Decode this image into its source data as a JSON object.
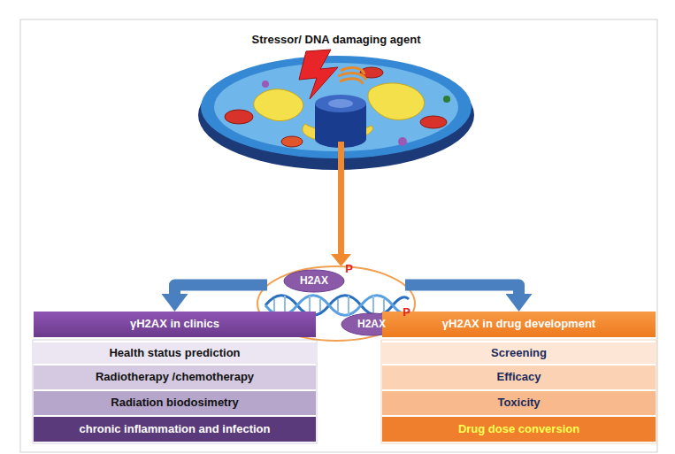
{
  "diagram": {
    "title": "Stressor/ DNA damaging agent",
    "nodes": [
      {
        "text": []
      },
      {
        "text": [
          "H2AX",
          "P"
        ],
        "in": 0
      },
      {
        "text": [
          "H2AX",
          "P"
        ],
        "in": 0
      },
      {
        "text": [
          "γH2AX in clinics"
        ]
      },
      {
        "text": [
          "Health status prediction"
        ]
      },
      {
        "text": [
          "Radiotherapy /chemotherapy"
        ]
      },
      {
        "text": [
          "Radiation biodosimetry"
        ]
      },
      {
        "text": [
          "chronic inflammation and infection"
        ]
      },
      {
        "text": [
          "γH2AX in drug development"
        ]
      },
      {
        "text": [
          "Screening"
        ]
      },
      {
        "text": [
          "Efficacy"
        ]
      },
      {
        "text": [
          "Toxicity"
        ]
      },
      {
        "text": [
          "Drug dose conversion"
        ]
      }
    ],
    "edges": [
      {
        "from": 0,
        "to": 3,
        "arrow": "to"
      },
      {
        "from": 0,
        "to": 8,
        "arrow": "to"
      }
    ]
  }
}
